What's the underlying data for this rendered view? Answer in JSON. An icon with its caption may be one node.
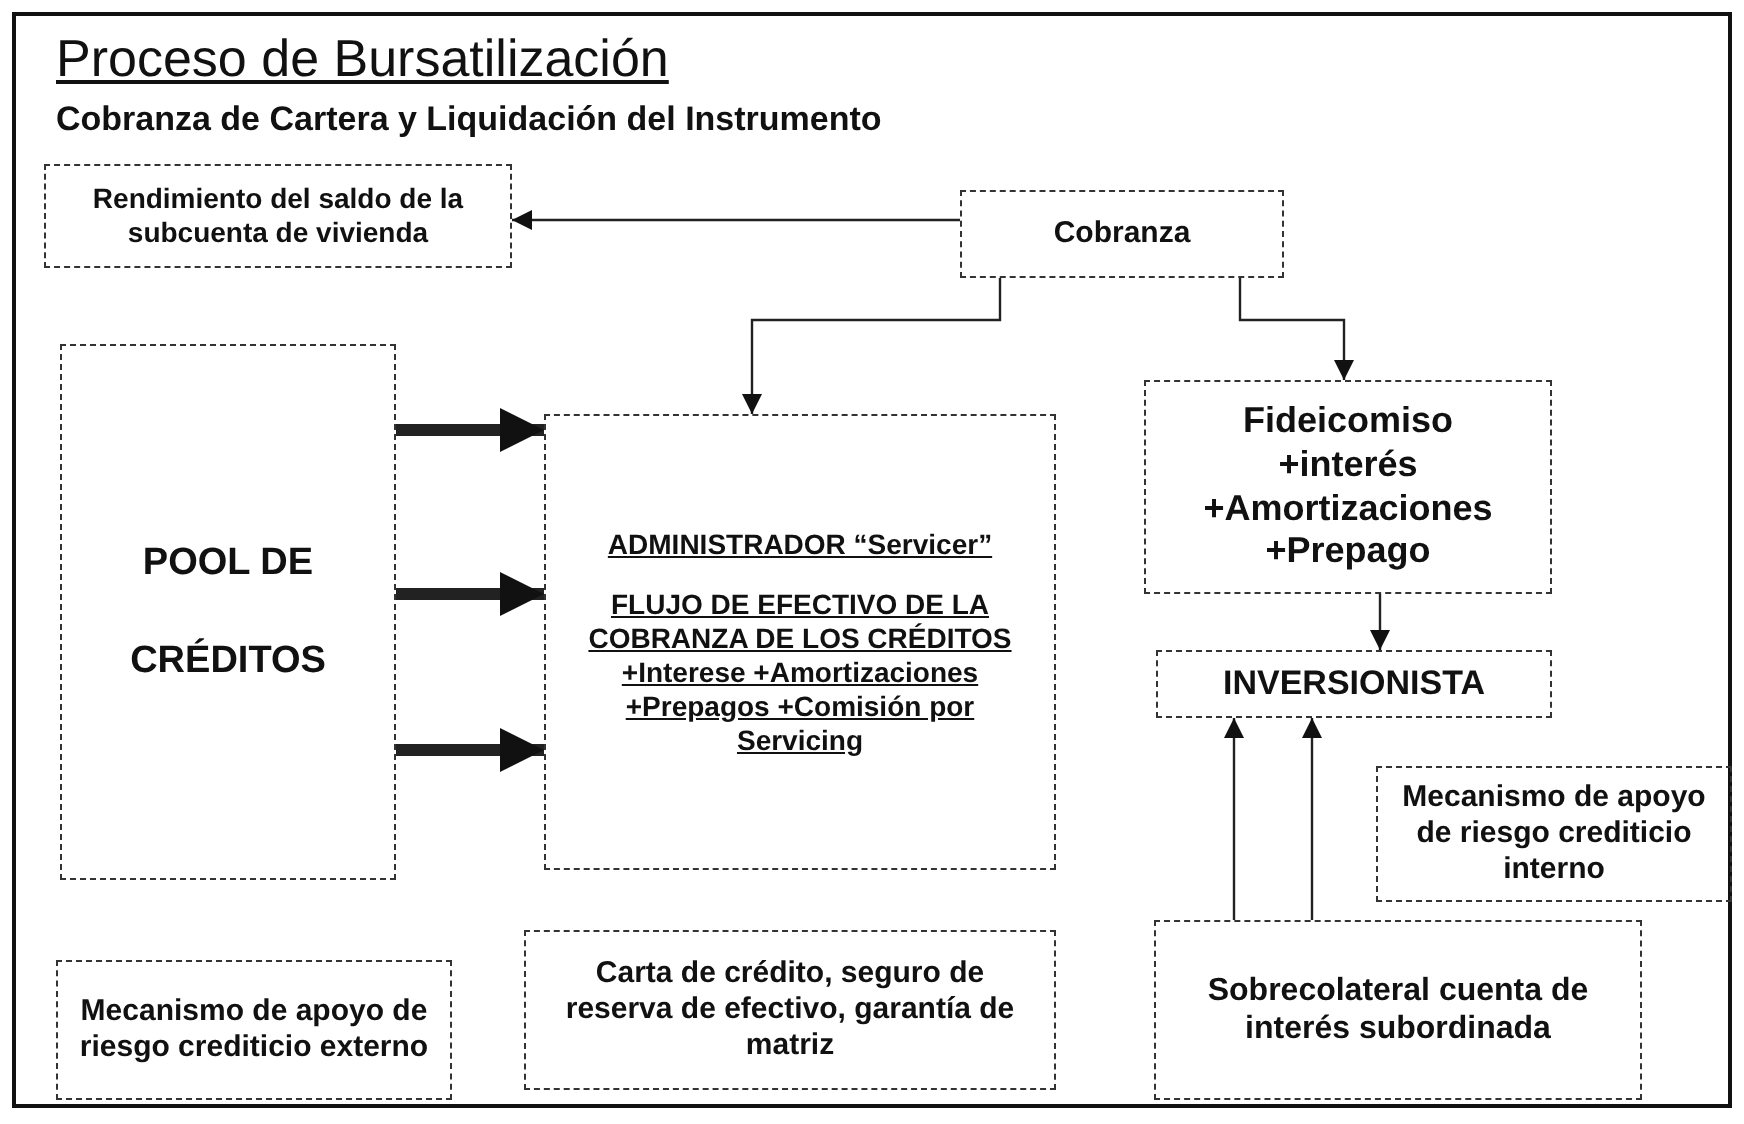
{
  "diagram": {
    "title": "Proceso de Bursatilización",
    "caption": "Cobranza de Cartera y Liquidación del Instrumento",
    "nodes": [
      {
        "text": [
          "Rendimiento del saldo de la subcuenta de vivienda"
        ]
      },
      {
        "text": [
          "Cobranza"
        ]
      },
      {
        "text": [
          "POOL DE CRÉDITOS"
        ]
      },
      {
        "text": [
          "ADMINISTRADOR “Servicer”",
          "FLUJO DE EFECTIVO DE LA COBRANZA DE LOS CRÉDITOS +Interese +Amortizaciones +Prepagos +Comisión por Servicing"
        ]
      },
      {
        "text": [
          "Fideicomiso +interés +Amortizaciones +Prepago"
        ]
      },
      {
        "text": [
          "INVERSIONISTA"
        ]
      },
      {
        "text": [
          "Mecanismo de apoyo de riesgo crediticio interno"
        ]
      },
      {
        "text": [
          "Mecanismo de apoyo de riesgo crediticio externo"
        ]
      },
      {
        "text": [
          "Carta de crédito, seguro de reserva de efectivo, garantía de matriz"
        ]
      },
      {
        "text": [
          "Sobrecolateral cuenta de interés subordinada"
        ]
      }
    ],
    "edges": [
      {
        "from": 1,
        "to": 0,
        "arrow": "to"
      },
      {
        "from": 1,
        "to": 3,
        "arrow": "to"
      },
      {
        "from": 1,
        "to": 4,
        "arrow": "to"
      },
      {
        "from": 2,
        "to": 3,
        "arrow": "to",
        "style": "thick"
      },
      {
        "from": 2,
        "to": 3,
        "arrow": "to",
        "style": "thick"
      },
      {
        "from": 2,
        "to": 3,
        "arrow": "to",
        "style": "thick"
      },
      {
        "from": 4,
        "to": 5,
        "arrow": "to"
      },
      {
        "from": 9,
        "to": 5,
        "arrow": "to"
      },
      {
        "from": 9,
        "to": 5,
        "arrow": "to"
      }
    ]
  }
}
